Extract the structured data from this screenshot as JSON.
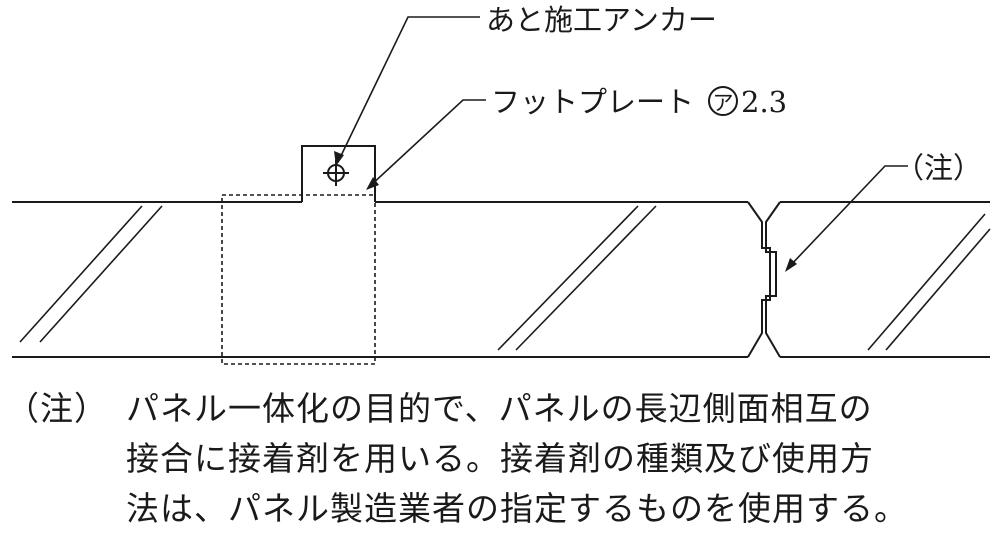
{
  "labels": {
    "anchor": "あと施工アンカー",
    "foot_plate": "フットプレート",
    "foot_plate_mark": "ア",
    "foot_plate_thickness": "2.3",
    "note_marker": "（注）"
  },
  "note": {
    "marker": "（注）",
    "lines": [
      "パネル一体化の目的で、パネルの長辺側面相互の",
      "接合に接着剤を用いる。接着剤の種類及び使用方",
      "法は、パネル製造業者の指定するものを使用する。"
    ]
  }
}
